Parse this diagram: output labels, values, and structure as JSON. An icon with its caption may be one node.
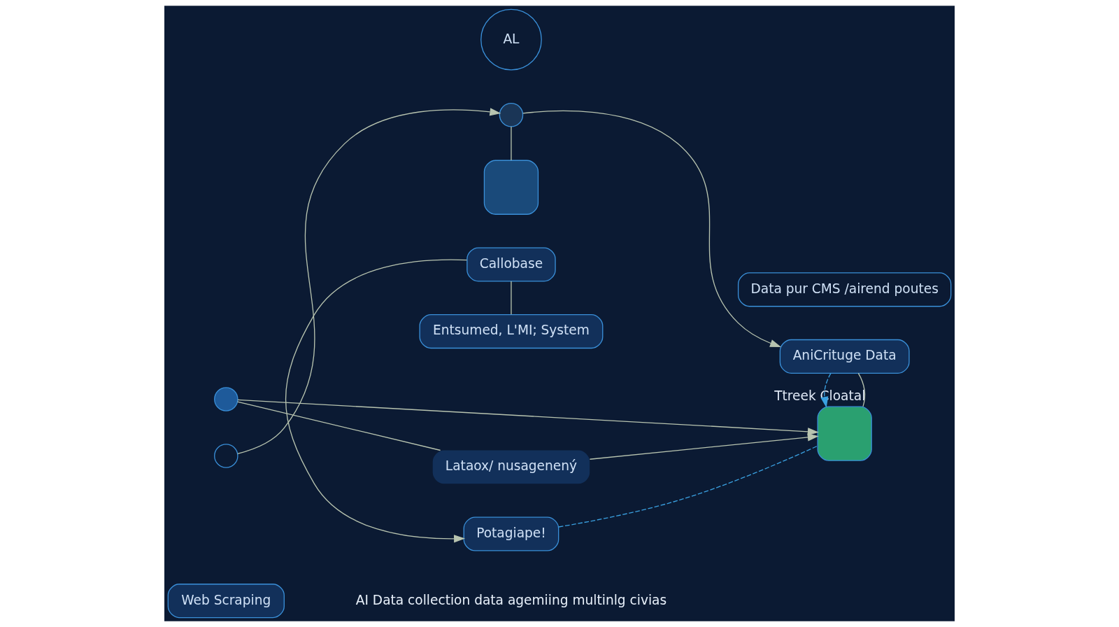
{
  "diagram": {
    "nodes": [
      {
        "text": [
          "Web Scraping"
        ]
      },
      {
        "text": [],
        "shape": "circle"
      },
      {
        "text": [
          "Lataox/ nusagenený"
        ]
      },
      {
        "text": [],
        "shape": "box"
      },
      {
        "text": [
          "AL"
        ]
      },
      {
        "text": [],
        "shape": "circle"
      },
      {
        "text": [
          "AniCrituge Data"
        ]
      },
      {
        "text": [],
        "shape": "box"
      },
      {
        "text": [
          "Callobase"
        ]
      },
      {
        "text": [
          "Potagiape!"
        ]
      },
      {
        "text": [
          "Data pur CMS /airend poutes"
        ]
      },
      {
        "text": [
          "Entsumed, L'MI; System"
        ]
      },
      {
        "text": [],
        "shape": "circle"
      }
    ],
    "edges": [
      {
        "from": 1,
        "to": 2,
        "arrow": "none"
      },
      {
        "from": 2,
        "to": 3,
        "arrow": "to"
      },
      {
        "from": 1,
        "to": 3,
        "arrow": "to"
      },
      {
        "from": 12,
        "to": 5,
        "arrow": "to"
      },
      {
        "from": 5,
        "to": 6,
        "arrow": "to"
      },
      {
        "from": 5,
        "to": 7,
        "arrow": "none"
      },
      {
        "from": 6,
        "to": 3,
        "label": "Ttreek Cloatal",
        "arrow": "none"
      },
      {
        "from": 6,
        "to": 3,
        "arrow": "to",
        "style": "dashed",
        "color": "#3aa0e0"
      },
      {
        "from": 8,
        "to": 9,
        "arrow": "to"
      },
      {
        "from": 9,
        "to": 3,
        "arrow": "none",
        "style": "dashed",
        "color": "#3aa0e0"
      },
      {
        "from": 8,
        "to": 11,
        "arrow": "none"
      }
    ],
    "labels": [
      "AI Data collection data agemiing multinlg civias"
    ]
  }
}
